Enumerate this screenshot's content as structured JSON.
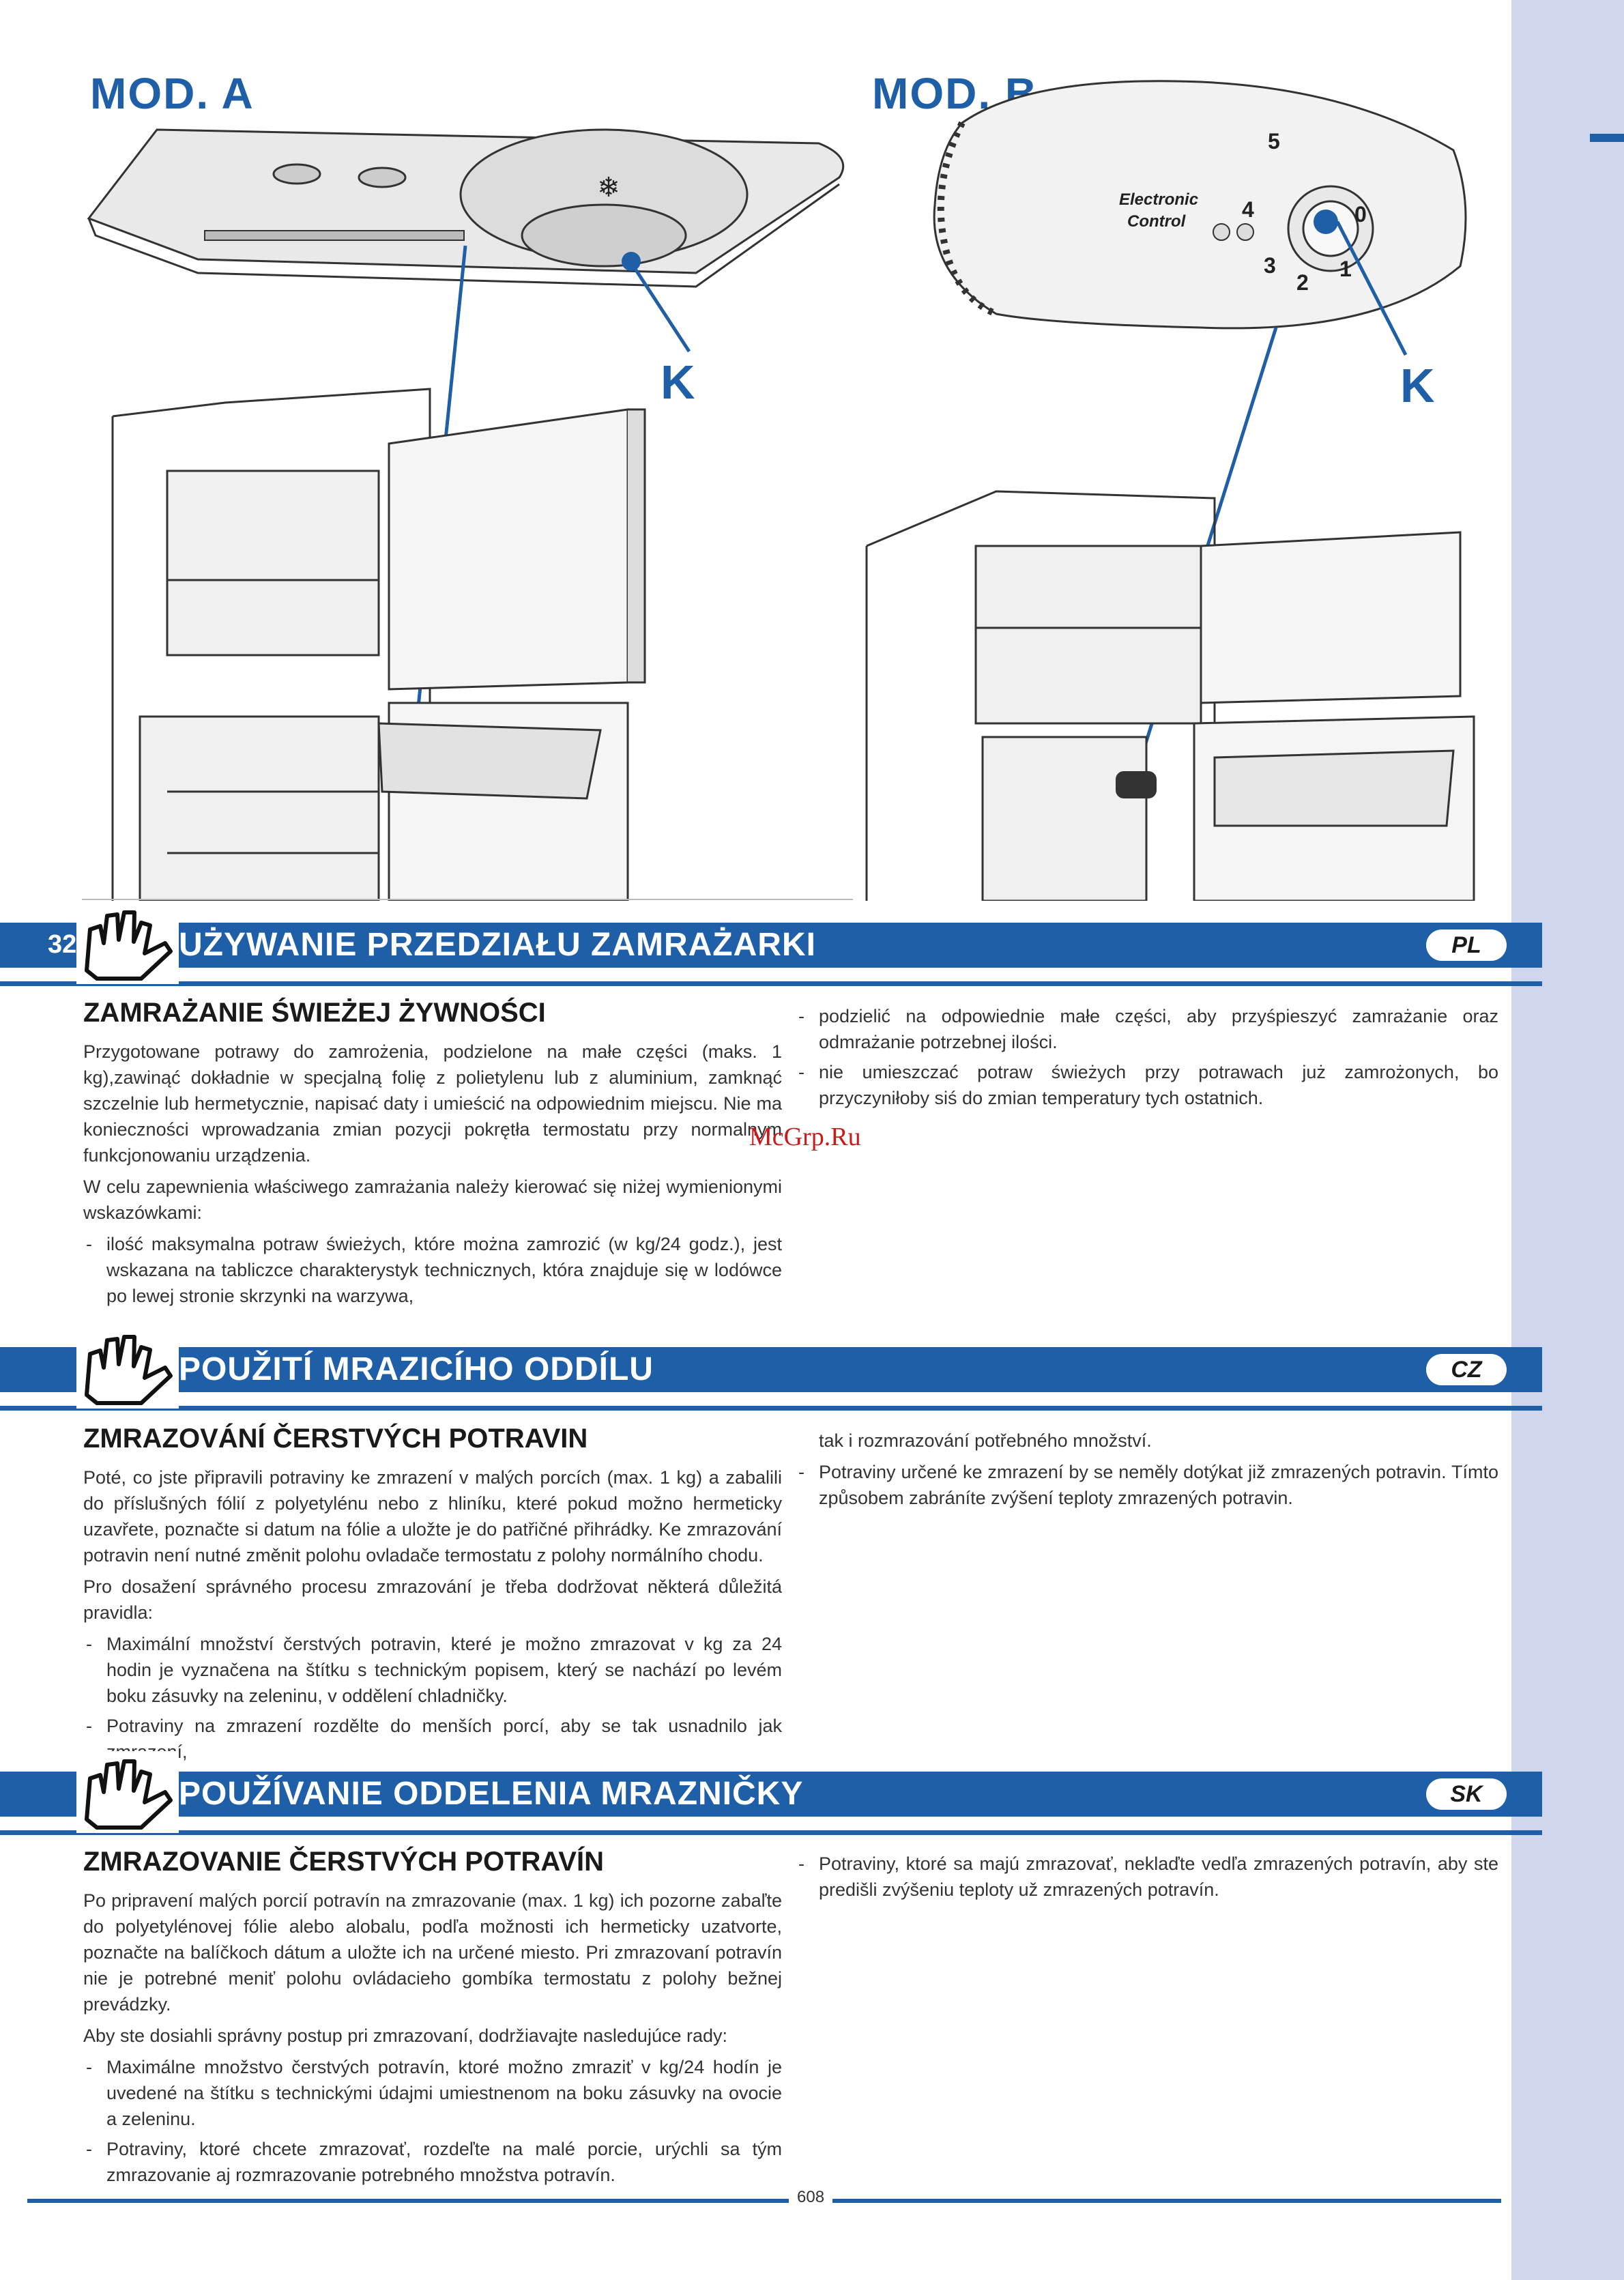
{
  "models": {
    "a_label": "MOD. A",
    "b_label": "MOD. B",
    "k_label": "K",
    "panel_text_line1": "Electronic",
    "panel_text_line2": "Control",
    "dial_numbers": [
      "5",
      "4",
      "3",
      "2",
      "1",
      "0"
    ]
  },
  "page_number": "32",
  "footer_number": "608",
  "watermark": "McGrp.Ru",
  "sections": [
    {
      "lang": "PL",
      "title": "UŻYWANIE PRZEDZIAŁU ZAMRAŻARKI",
      "subhead": "ZAMRAŻANIE ŚWIEŻEJ ŻYWNOŚCI",
      "left_paragraphs": [
        "Przygotowane potrawy do zamrożenia, podzielone na małe części (maks. 1 kg),zawinąć dokładnie w specjalną folię z polietylenu lub z aluminium, zamknąć szczelnie lub hermetycznie, napisać daty i umieścić na odpowiednim miejscu. Nie ma konieczności wprowadzania zmian pozycji pokrętła termostatu przy normalnym funkcjonowaniu urządzenia.",
        "W celu zapewnienia właściwego zamrażania należy kierować się niżej wymienionymi wskazówkami:"
      ],
      "left_bullets": [
        "ilość maksymalna potraw świeżych, które można zamrozić (w kg/24 godz.), jest wskazana na tabliczce charakterystyk technicznych, która znajduje się w lodówce po lewej stronie skrzynki na warzywa,"
      ],
      "right_bullets": [
        "podzielić na odpowiednie małe części, aby przyśpieszyć zamrażanie oraz odmrażanie potrzebnej ilości.",
        "nie umieszczać potraw świeżych przy potrawach już zamrożonych, bo przyczyniłoby siś do zmian temperatury tych ostatnich."
      ]
    },
    {
      "lang": "CZ",
      "title": "POUŽITÍ MRAZICÍHO ODDÍLU",
      "subhead": "ZMRAZOVÁNÍ ČERSTVÝCH POTRAVIN",
      "left_paragraphs": [
        "Poté, co jste připravili potraviny ke zmrazení v malých porcích (max. 1 kg) a zabalili do příslušných fólií z polyetylénu nebo z hliníku, které pokud možno hermeticky uzavřete, poznačte si datum na fólie a uložte je do patřičné přihrádky. Ke zmrazování potravin není nutné změnit polohu ovladače termostatu z polohy normálního chodu.",
        "Pro dosažení správného procesu zmrazování je třeba dodržovat některá důležitá pravidla:"
      ],
      "left_bullets": [
        "Maximální množství čerstvých potravin, které je možno zmrazovat v kg za 24 hodin je vyznačena na štítku s technickým popisem, který se nachází po levém boku zásuvky na zeleninu, v oddělení chladničky.",
        "Potraviny na zmrazení rozdělte do menších porcí, aby se tak usnadnilo jak zmrazení,"
      ],
      "right_lead": "tak i rozmrazování potřebného množství.",
      "right_bullets": [
        "Potraviny určené ke zmrazení by se neměly dotýkat již zmrazených potravin. Tímto způsobem zabráníte zvýšení teploty zmrazených potravin."
      ]
    },
    {
      "lang": "SK",
      "title": "POUŽÍVANIE ODDELENIA MRAZNIČKY",
      "subhead": "ZMRAZOVANIE ČERSTVÝCH POTRAVÍN",
      "left_paragraphs": [
        "Po pripravení malých porcií potravín na zmrazovanie (max. 1 kg) ich pozorne zabaľte do polyetylénovej fólie alebo alobalu, podľa možnosti ich hermeticky uzatvorte, poznačte na balíčkoch dátum a uložte ich na určené miesto. Pri zmrazovaní potravín nie je potrebné meniť polohu ovládacieho gombíka termostatu z polohy bežnej prevádzky.",
        "Aby ste dosiahli správny postup pri zmrazovaní, dodržiavajte nasledujúce rady:"
      ],
      "left_bullets": [
        "Maximálne množstvo čerstvých potravín, ktoré možno zmraziť v kg/24 hodín je uvedené na štítku s technickými údajmi umiestnenom na boku zásuvky na ovocie a zeleninu.",
        "Potraviny, ktoré chcete zmrazovať, rozdeľte na malé porcie, urýchli sa tým zmrazovanie aj rozmrazovanie potrebného množstva potravín."
      ],
      "right_bullets": [
        "Potraviny, ktoré sa majú zmrazovať, neklaďte vedľa zmrazených potravín, aby ste predišli zvýšeniu teploty už zmrazených potravín."
      ]
    }
  ]
}
